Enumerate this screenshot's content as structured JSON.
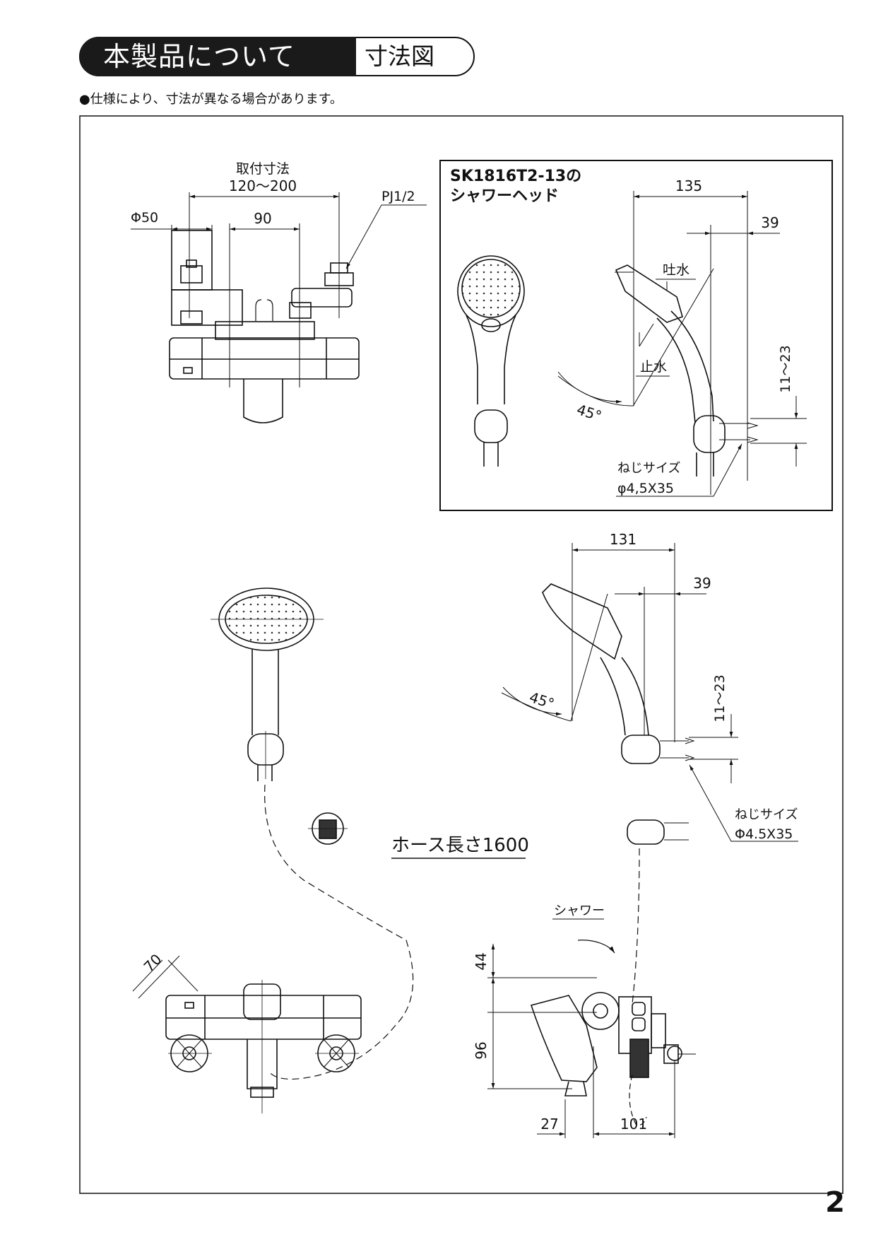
{
  "header": {
    "title": "本製品について",
    "subtitle": "寸法図"
  },
  "note": "●仕様により、寸法が異なる場合があります。",
  "top_left": {
    "mount_label": "取付寸法",
    "mount_range": "120〜200",
    "diameter": "Φ50",
    "spacing": "90",
    "thread": "PJ1/2"
  },
  "inset": {
    "title_line1": "SK1816T2-13の",
    "title_line2": "シャワーヘッド",
    "dim_135": "135",
    "dim_39": "39",
    "spout": "吐水",
    "stop": "止水",
    "angle": "45°",
    "range": "11〜23",
    "screw_label": "ねじサイズ",
    "screw_size": "φ4,5X35"
  },
  "main": {
    "dim_131": "131",
    "dim_39": "39",
    "angle": "45°",
    "range": "11〜23",
    "screw_label": "ねじサイズ",
    "screw_size": "Φ4.5X35",
    "hose": "ホース長さ1600",
    "shower": "シャワー",
    "dim_70": "70",
    "dim_44": "44",
    "dim_96": "96",
    "dim_27": "27",
    "dim_101": "101"
  },
  "page_number": "2"
}
